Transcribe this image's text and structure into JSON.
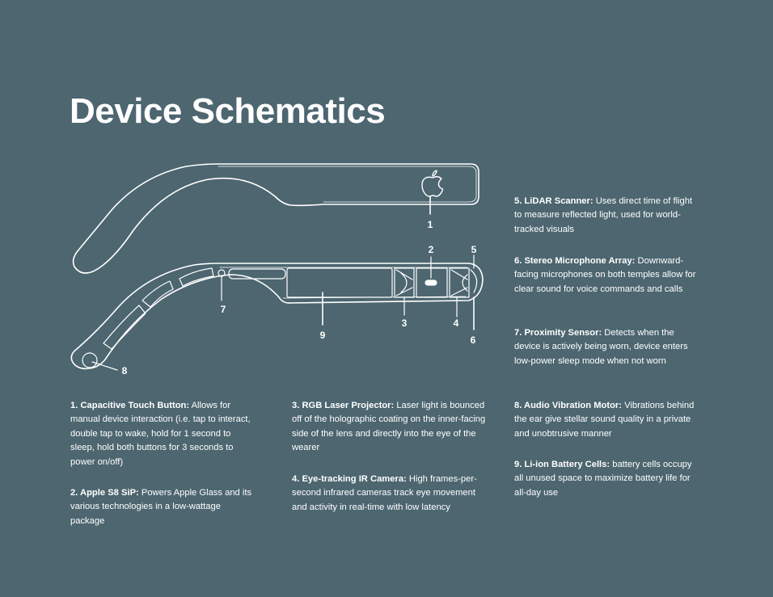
{
  "title": "Device Schematics",
  "colors": {
    "background": "#4D6670",
    "foreground": "#FFFFFF"
  },
  "diagram": {
    "icons": [
      "apple-logo-icon"
    ],
    "callouts": [
      {
        "id": "1",
        "label": "1"
      },
      {
        "id": "2",
        "label": "2"
      },
      {
        "id": "3",
        "label": "3"
      },
      {
        "id": "4",
        "label": "4"
      },
      {
        "id": "5",
        "label": "5"
      },
      {
        "id": "6",
        "label": "6"
      },
      {
        "id": "7",
        "label": "7"
      },
      {
        "id": "8",
        "label": "8"
      },
      {
        "id": "9",
        "label": "9"
      }
    ]
  },
  "components": [
    {
      "term": "1. Capacitive Touch Button:",
      "description": " Allows for manual device interaction (i.e. tap to interact, double tap to wake, hold for 1 second to sleep, hold both buttons for 3 seconds to power on/off)"
    },
    {
      "term": "2. Apple S8 SiP:",
      "description": " Powers Apple Glass and its various technologies in a low-wattage package"
    },
    {
      "term": "3. RGB Laser Projector:",
      "description": " Laser light is bounced off of the holographic coating on the inner-facing side of the lens and directly into the eye of the wearer"
    },
    {
      "term": "4. Eye-tracking IR Camera:",
      "description": " High frames-per-second infrared cameras track eye movement and activity in real-time with low latency"
    },
    {
      "term": "5. LiDAR Scanner:",
      "description": " Uses direct time of flight to measure reflected light, used for world-tracked visuals"
    },
    {
      "term": "6. Stereo Microphone Array:",
      "description": " Downward-facing microphones on both temples allow for clear sound for voice commands and calls"
    },
    {
      "term": "7. Proximity Sensor:",
      "description": " Detects when the device is actively being worn, device enters low-power sleep mode when not worn"
    },
    {
      "term": "8. Audio Vibration Motor:",
      "description": " Vibrations behind the ear give stellar sound quality in a private and unobtrusive manner"
    },
    {
      "term": "9. Li-ion Battery Cells:",
      "description": " battery cells occupy all unused space to maximize battery life for all-day use"
    }
  ]
}
